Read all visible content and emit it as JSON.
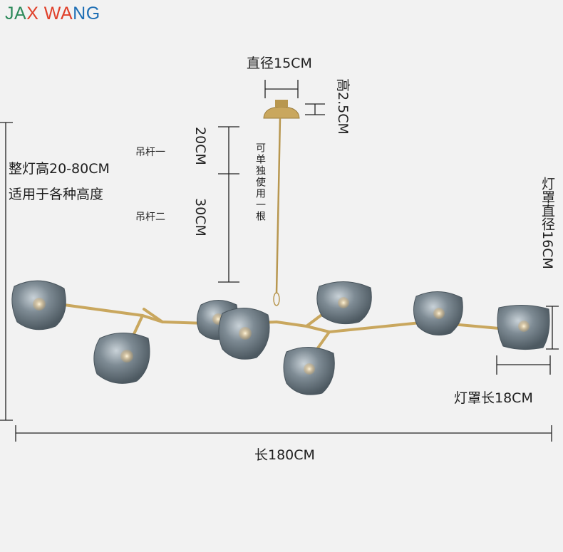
{
  "brand": {
    "part1": "JA",
    "part2": "X WA",
    "part3": "NG"
  },
  "labels": {
    "canopy_diameter": "直径15CM",
    "canopy_height": "高2.5CM",
    "total_height": "整灯高20-80CM",
    "fits_heights": "适用于各种高度",
    "rod1_label": "吊杆一",
    "rod2_label": "吊杆二",
    "rod1_length": "20CM",
    "rod2_length": "30CM",
    "rod_note": "可单独使用一根",
    "shade_diameter": "灯罩直径16CM",
    "shade_length": "灯罩长18CM",
    "total_length": "长180CM"
  },
  "colors": {
    "glass": "#7a8790",
    "brass": "#c9a75e",
    "line": "#222222",
    "background": "#f2f2f2"
  }
}
